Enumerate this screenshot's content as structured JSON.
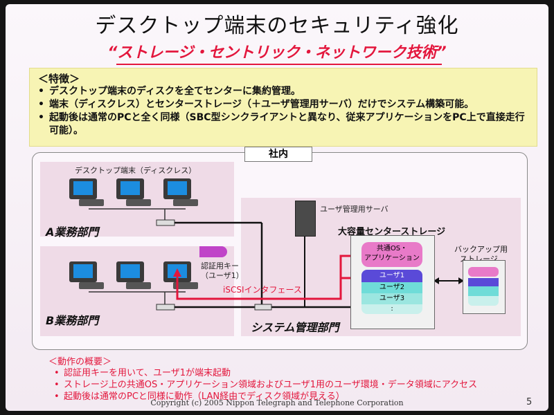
{
  "title": "デスクトップ端末のセキュリティ強化",
  "subtitle": "“ストレージ・セントリック・ネットワーク技術”",
  "features": {
    "heading": "＜特徴＞",
    "items": [
      "デスクトップ端末のディスクを全てセンターに集約管理。",
      "端末（ディスクレス）とセンターストレージ（＋ユーザ管理用サーバ）だけでシステム構築可能。",
      "起動後は通常のPCと全く同様（SBC型シンクライアントと異なり、従来アプリケーションをPC上で直接走行可能）。"
    ]
  },
  "diagram": {
    "scope_label": "社内",
    "desktop_label": "デスクトップ端末（ディスクレス）",
    "dept_a": "A業務部門",
    "dept_b": "B業務部門",
    "auth_key": "認証用キー",
    "auth_user": "（ユーザ1）",
    "iscsi": "iSCSIインタフェース",
    "server": "ユーザ管理用サーバ",
    "storage_title": "大容量センターストレージ",
    "common_os_1": "共通OS・",
    "common_os_2": "アプリケーション",
    "users": [
      "ユーザ1",
      "ユーザ2",
      "ユーザ3",
      ":"
    ],
    "backup_1": "バックアップ用",
    "backup_2": "ストレージ",
    "sysmgmt": "システム管理部門"
  },
  "notes": {
    "heading": "＜動作の概要＞",
    "items": [
      "認証用キーを用いて、ユーザ1が端末起動",
      "ストレージ上の共通OS・アプリケーション領域およびユーザ1用のユーザ環境・データ領域にアクセス",
      "起動後は通常のPCと同様に動作（LAN経由でディスク領域が見える）"
    ]
  },
  "footer": {
    "copyright": "Copyright (c) 2005 Nippon Telegraph and Telephone Corporation",
    "page": "5"
  }
}
